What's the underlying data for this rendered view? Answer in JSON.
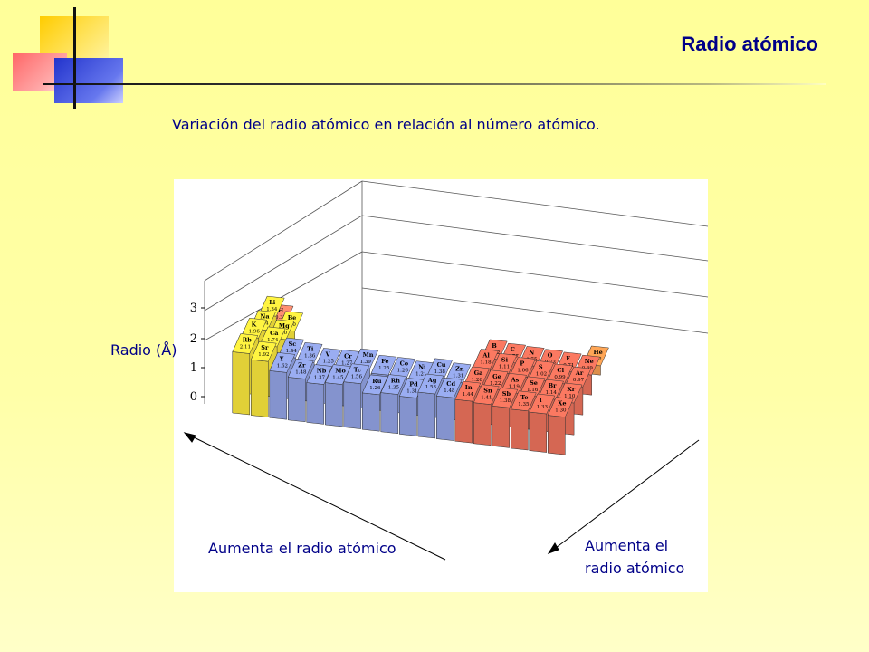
{
  "header": {
    "title": "Radio atómico",
    "subtitle": "Variación del radio atómico en relación al número atómico."
  },
  "axis": {
    "label": "Radio (Å)",
    "ticks": [
      "0",
      "1",
      "2",
      "3"
    ]
  },
  "annotations": {
    "left_arrow": "Aumenta el radio atómico",
    "right_arrow_line1": "Aumenta el",
    "right_arrow_line2": "radio atómico"
  },
  "elements": [
    {
      "symbol": "H",
      "radius": "0.37",
      "group": "s-hydrogen"
    },
    {
      "symbol": "Li",
      "radius": "1.34",
      "group": "s"
    },
    {
      "symbol": "Be",
      "radius": "0.90",
      "group": "s"
    },
    {
      "symbol": "Na",
      "radius": "1.54",
      "group": "s"
    },
    {
      "symbol": "Mg",
      "radius": "1.30",
      "group": "s"
    },
    {
      "symbol": "K",
      "radius": "1.96",
      "group": "s"
    },
    {
      "symbol": "Ca",
      "radius": "1.74",
      "group": "s"
    },
    {
      "symbol": "Rb",
      "radius": "2.11",
      "group": "s"
    },
    {
      "symbol": "Sr",
      "radius": "1.92",
      "group": "s"
    },
    {
      "symbol": "Sc",
      "radius": "1.44",
      "group": "d"
    },
    {
      "symbol": "Ti",
      "radius": "1.36",
      "group": "d"
    },
    {
      "symbol": "V",
      "radius": "1.25",
      "group": "d"
    },
    {
      "symbol": "Cr",
      "radius": "1.27",
      "group": "d"
    },
    {
      "symbol": "Mn",
      "radius": "1.39",
      "group": "d"
    },
    {
      "symbol": "Fe",
      "radius": "1.25",
      "group": "d"
    },
    {
      "symbol": "Co",
      "radius": "1.26",
      "group": "d"
    },
    {
      "symbol": "Ni",
      "radius": "1.21",
      "group": "d"
    },
    {
      "symbol": "Cu",
      "radius": "1.38",
      "group": "d"
    },
    {
      "symbol": "Zn",
      "radius": "1.31",
      "group": "d"
    },
    {
      "symbol": "Y",
      "radius": "1.62",
      "group": "d"
    },
    {
      "symbol": "Zr",
      "radius": "1.48",
      "group": "d"
    },
    {
      "symbol": "Nb",
      "radius": "1.37",
      "group": "d"
    },
    {
      "symbol": "Mo",
      "radius": "1.45",
      "group": "d"
    },
    {
      "symbol": "Tc",
      "radius": "1.56",
      "group": "d"
    },
    {
      "symbol": "Ru",
      "radius": "1.26",
      "group": "d"
    },
    {
      "symbol": "Rh",
      "radius": "1.35",
      "group": "d"
    },
    {
      "symbol": "Pd",
      "radius": "1.31",
      "group": "d"
    },
    {
      "symbol": "Ag",
      "radius": "1.53",
      "group": "d"
    },
    {
      "symbol": "Cd",
      "radius": "1.48",
      "group": "d"
    },
    {
      "symbol": "B",
      "radius": "0.82",
      "group": "p"
    },
    {
      "symbol": "C",
      "radius": "0.77",
      "group": "p"
    },
    {
      "symbol": "N",
      "radius": "0.75",
      "group": "p"
    },
    {
      "symbol": "O",
      "radius": "0.73",
      "group": "p"
    },
    {
      "symbol": "F",
      "radius": "0.71",
      "group": "p"
    },
    {
      "symbol": "Ne",
      "radius": "0.69",
      "group": "p"
    },
    {
      "symbol": "He",
      "radius": "0.32",
      "group": "p-helium"
    },
    {
      "symbol": "Al",
      "radius": "1.18",
      "group": "p"
    },
    {
      "symbol": "Si",
      "radius": "1.11",
      "group": "p"
    },
    {
      "symbol": "P",
      "radius": "1.06",
      "group": "p"
    },
    {
      "symbol": "S",
      "radius": "1.02",
      "group": "p"
    },
    {
      "symbol": "Cl",
      "radius": "0.99",
      "group": "p"
    },
    {
      "symbol": "Ar",
      "radius": "0.97",
      "group": "p"
    },
    {
      "symbol": "Ga",
      "radius": "1.26",
      "group": "p"
    },
    {
      "symbol": "Ge",
      "radius": "1.22",
      "group": "p"
    },
    {
      "symbol": "As",
      "radius": "1.19",
      "group": "p"
    },
    {
      "symbol": "Se",
      "radius": "1.16",
      "group": "p"
    },
    {
      "symbol": "Br",
      "radius": "1.14",
      "group": "p"
    },
    {
      "symbol": "Kr",
      "radius": "1.10",
      "group": "p"
    },
    {
      "symbol": "In",
      "radius": "1.44",
      "group": "p"
    },
    {
      "symbol": "Sn",
      "radius": "1.41",
      "group": "p"
    },
    {
      "symbol": "Sb",
      "radius": "1.38",
      "group": "p"
    },
    {
      "symbol": "Te",
      "radius": "1.35",
      "group": "p"
    },
    {
      "symbol": "I",
      "radius": "1.33",
      "group": "p"
    },
    {
      "symbol": "Xe",
      "radius": "1.30",
      "group": "p"
    }
  ],
  "colors": {
    "title_text": "#000088",
    "s_block": "#f5e23c",
    "d_block": "#8fa0e0",
    "p_block": "#e8705a",
    "hydrogen": "#f0846a",
    "helium": "#f09a50"
  }
}
